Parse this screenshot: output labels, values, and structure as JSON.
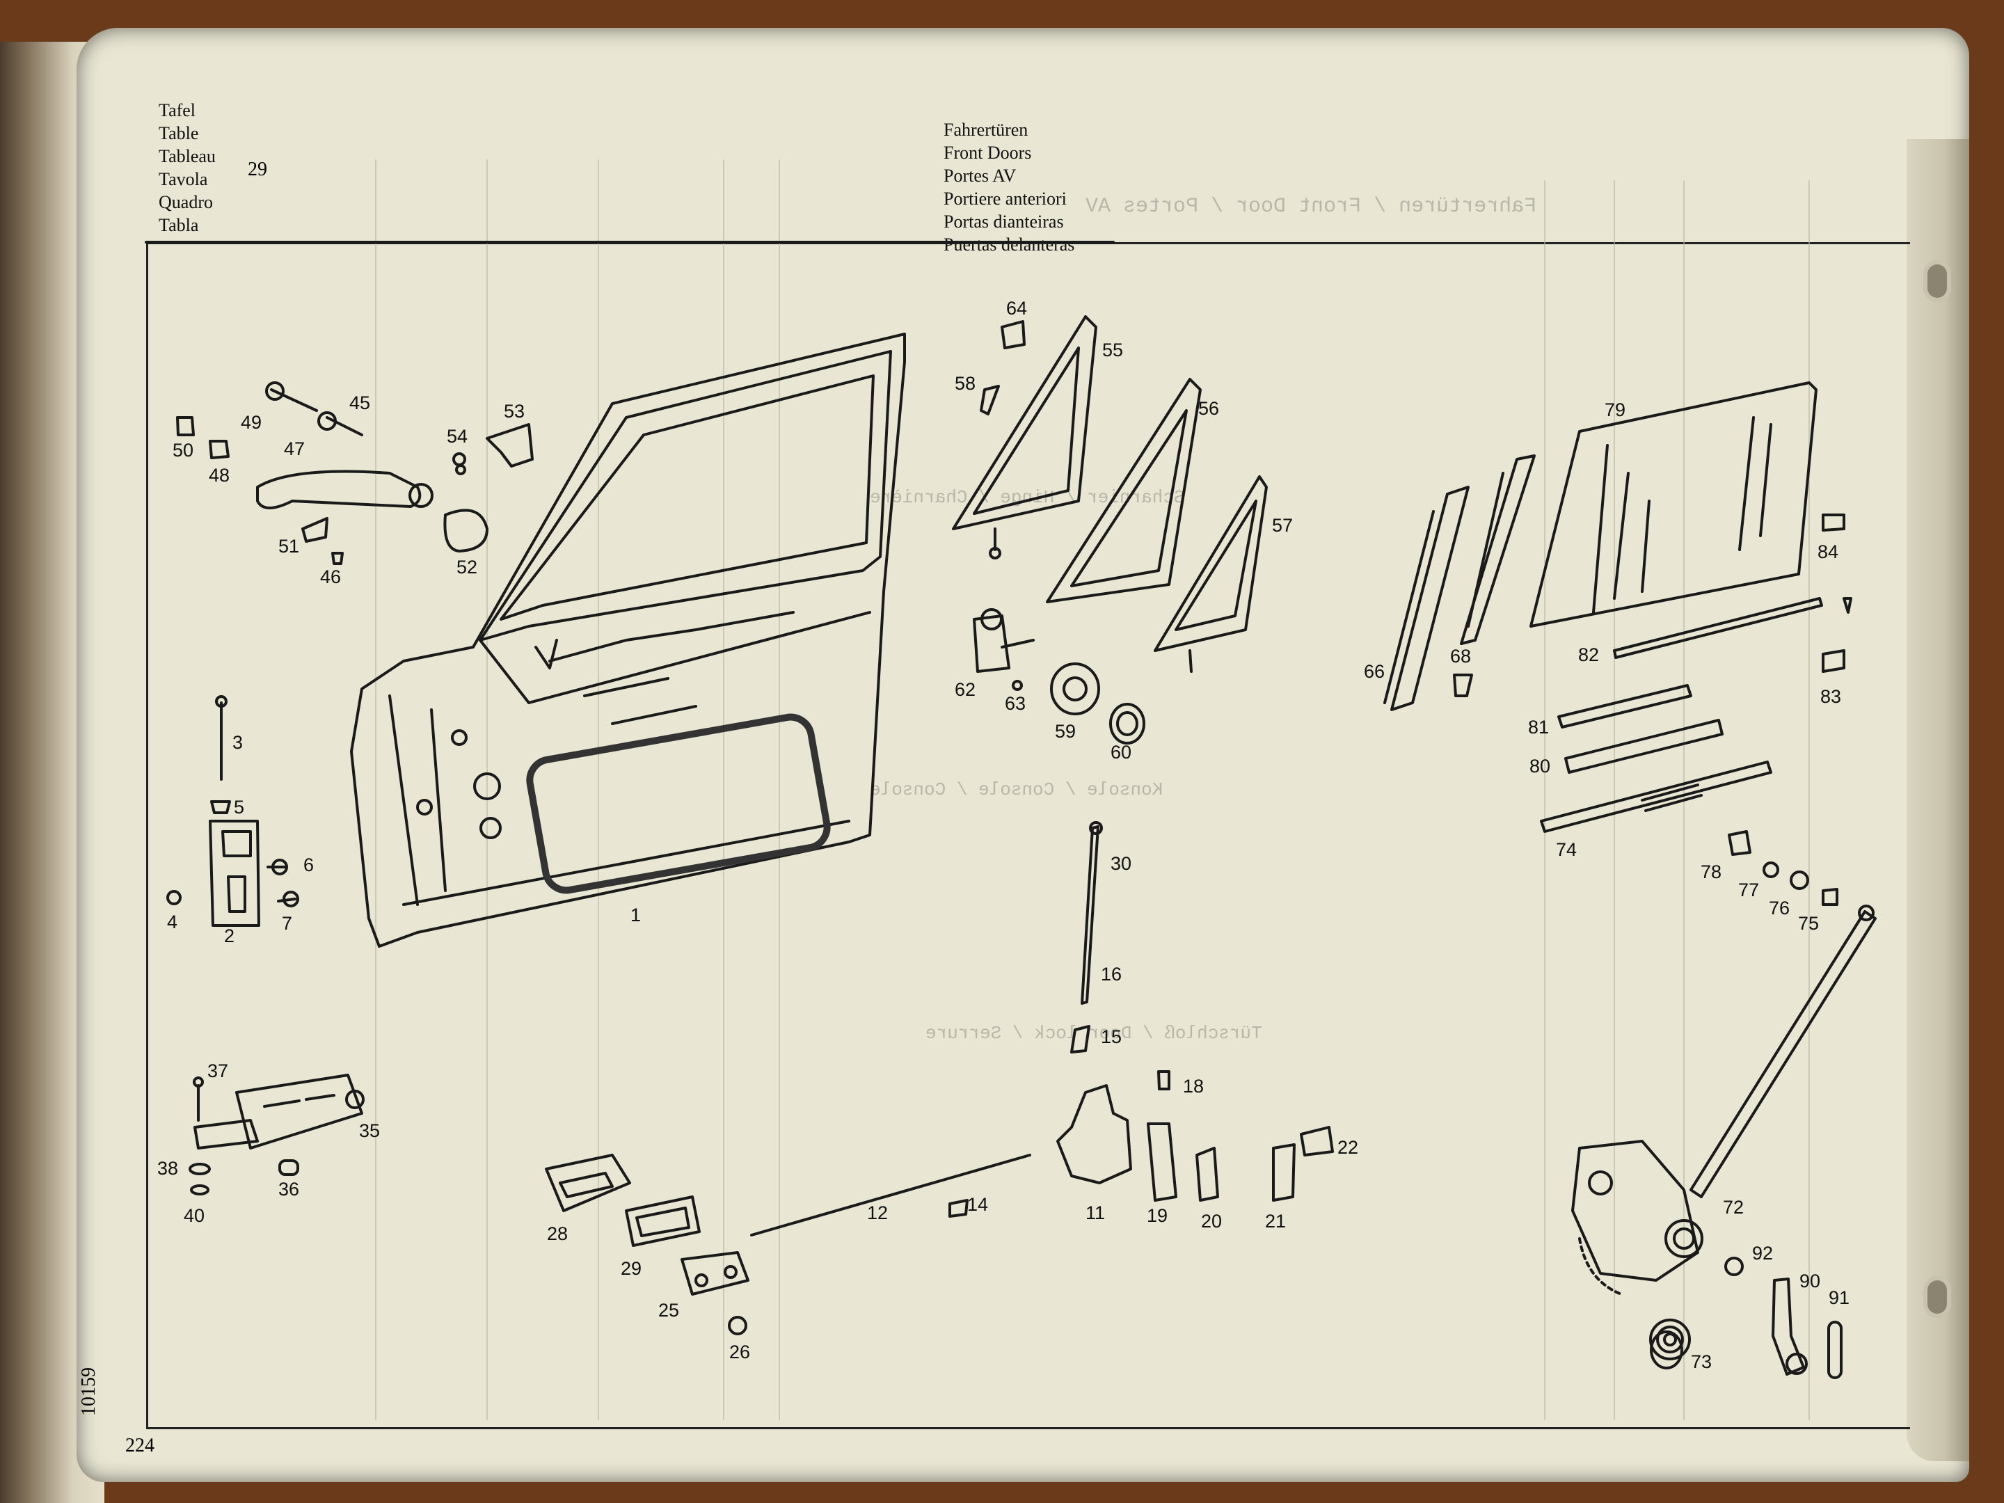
{
  "header": {
    "labels": [
      "Tafel",
      "Table",
      "Tableau",
      "Tavola",
      "Quadro",
      "Tabla"
    ],
    "plate_number": "29",
    "titles": [
      "Fahrertüren",
      "Front Doors",
      "Portes AV",
      "Portiere anteriori",
      "Portas dianteiras",
      "Puertas delanteras"
    ]
  },
  "callouts": [
    "1",
    "2",
    "3",
    "4",
    "5",
    "6",
    "7",
    "11",
    "12",
    "14",
    "15",
    "16",
    "18",
    "19",
    "20",
    "21",
    "22",
    "25",
    "26",
    "28",
    "29",
    "30",
    "35",
    "36",
    "37",
    "38",
    "40",
    "45",
    "46",
    "47",
    "48",
    "49",
    "50",
    "51",
    "52",
    "53",
    "54",
    "55",
    "56",
    "57",
    "58",
    "59",
    "60",
    "62",
    "63",
    "64",
    "66",
    "68",
    "72",
    "73",
    "74",
    "75",
    "76",
    "77",
    "78",
    "79",
    "80",
    "81",
    "82",
    "83",
    "84",
    "90",
    "91",
    "92"
  ],
  "footer": {
    "page_number": "224",
    "side_number": "10159"
  },
  "colors": {
    "paper": "#e9e6d3",
    "ink": "#111111",
    "background": "#6b3a1a"
  }
}
